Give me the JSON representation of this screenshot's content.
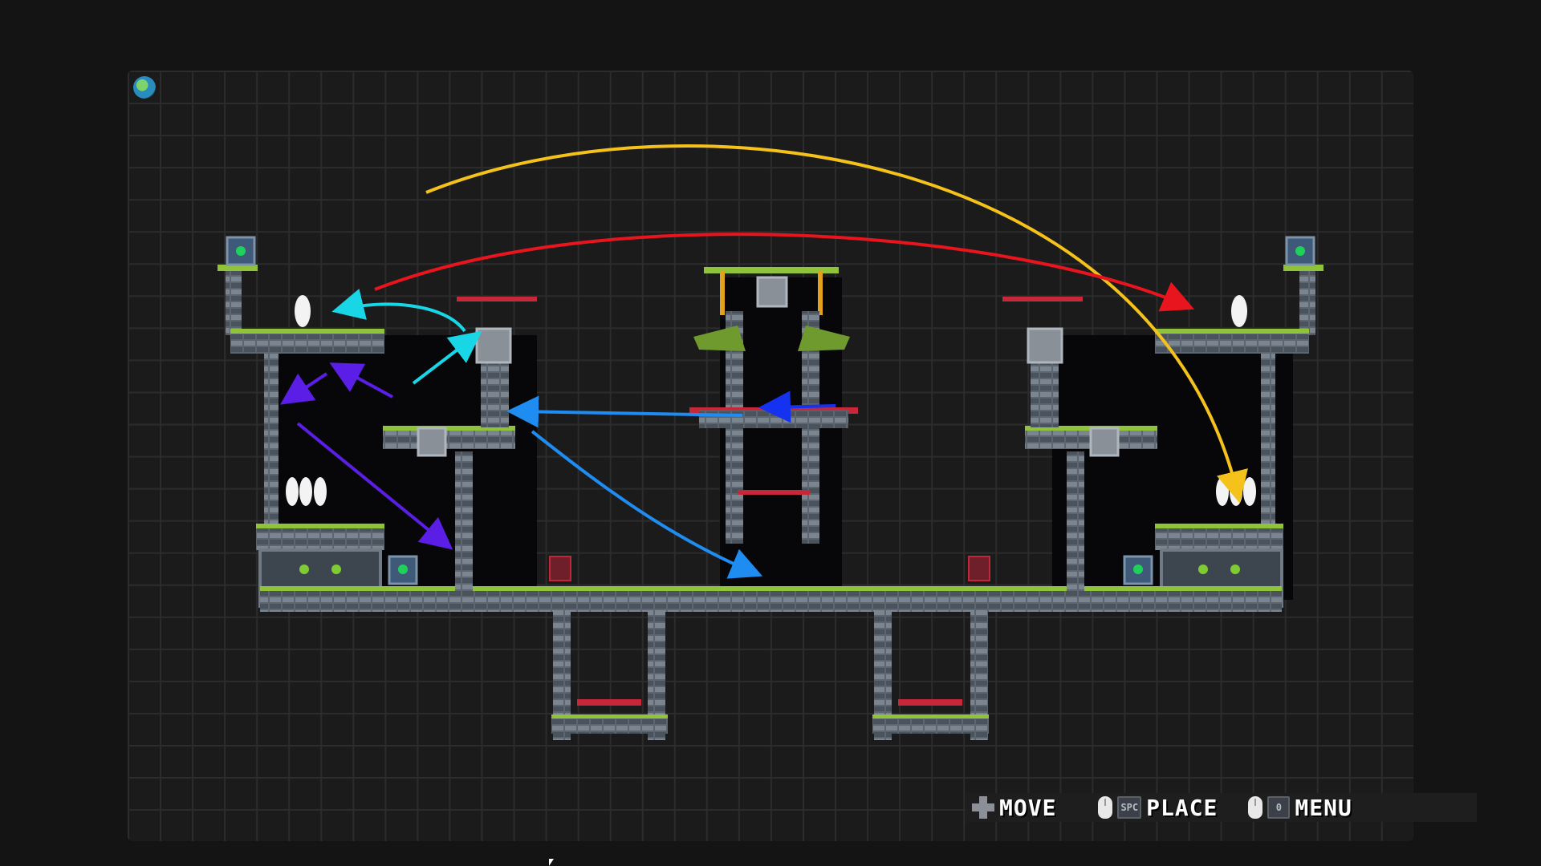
{
  "hud": {
    "move_label": "MOVE",
    "place_label": "PLACE",
    "place_key": "SPC",
    "menu_label": "MENU",
    "menu_key": "0"
  },
  "icons": {
    "world": "globe-icon",
    "move": "dpad-icon",
    "place": "mouse-icon",
    "menu": "mouse-icon"
  },
  "colors": {
    "background": "#141414",
    "grid": "#2c2c2c",
    "platform_top": "#8fc43a",
    "metal": "#6f7a84",
    "arrow_yellow": "#f5c21b",
    "arrow_red": "#e8141e",
    "arrow_cyan": "#19d6e6",
    "arrow_violet": "#5a1ee6",
    "arrow_blue": "#1e8cf0",
    "arrow_darkblue": "#1432f0"
  }
}
